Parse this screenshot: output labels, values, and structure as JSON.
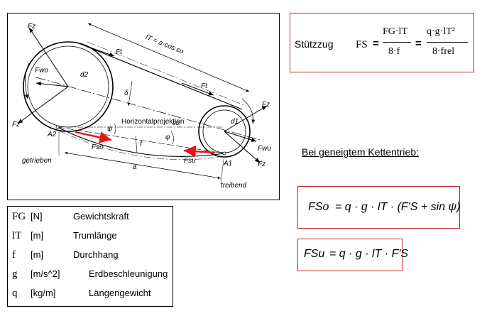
{
  "diagram": {
    "labels": {
      "fz_top_left": "Fz",
      "fz_bottom_left": "Fz",
      "fz_right_top": "Fz",
      "fz_right_bottom": "Fz",
      "fwo": "Fwo",
      "fwu": "Fwu",
      "ft_top": "Ft",
      "ft_mid": "Ft",
      "d2": "d2",
      "d1": "d1",
      "delta": "δ",
      "psi": "ψ",
      "phi": "φ",
      "f": "f",
      "a": "a",
      "a2": "A2",
      "a1": "A1",
      "fso": "Fso",
      "fsu": "Fsu",
      "lt_formula": "lT = a·cos εo",
      "eo": "εo",
      "horizontalprojektion": "Horizontalprojektion",
      "getrieben": "getrieben",
      "treibend": "treibend"
    }
  },
  "stuetzzug": {
    "title": "Stützzug",
    "lhs": "FS",
    "num1": "FG·lT",
    "den1": "8·f",
    "num2": "q·g·lT²",
    "den2": "8·frel",
    "eq": "="
  },
  "geneigt": {
    "heading": "Bei geneigtem Kettentrieb:"
  },
  "formula_fso": {
    "text_lhs": "FSo",
    "text_rhs": "= q · g · lT · (F'S + sin ψ)"
  },
  "formula_fsu": {
    "text_lhs": "FSu",
    "text_rhs": "= q · g · lT · F'S"
  },
  "legend": {
    "rows": [
      {
        "symbol": "FG",
        "unit": "[N]",
        "desc": "Gewichtskraft"
      },
      {
        "symbol": "lT",
        "unit": "[m]",
        "desc": "Trumlänge"
      },
      {
        "symbol": "f",
        "unit": "[m]",
        "desc": "Durchhang"
      },
      {
        "symbol": "g",
        "unit": "[m/s^2]",
        "desc": "Erdbeschleunigung"
      },
      {
        "symbol": "q",
        "unit": "[kg/m]",
        "desc": "Längengewicht"
      }
    ]
  },
  "colors": {
    "accent_red": "#e8140f",
    "frame_red": "#c1272d",
    "line": "#000000"
  }
}
